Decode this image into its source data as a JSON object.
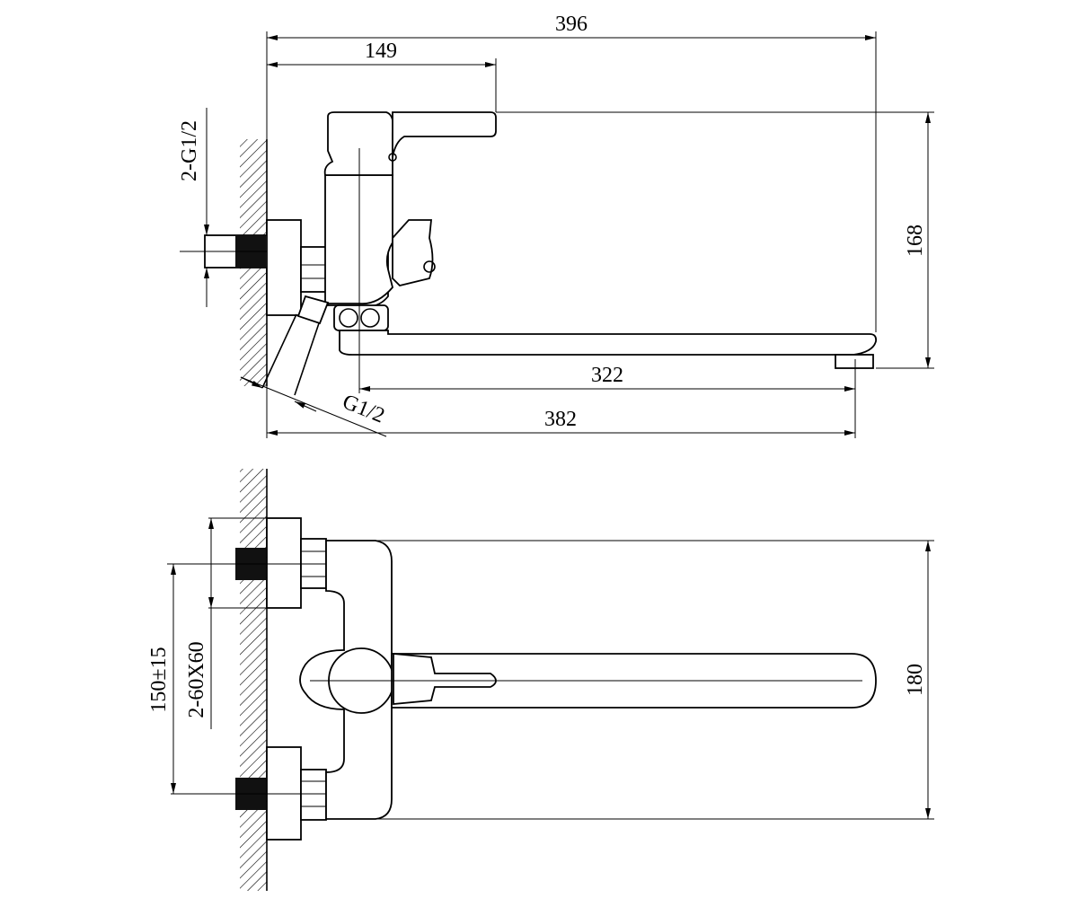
{
  "top_view": {
    "dim_total_length": "396",
    "dim_handle_offset": "149",
    "dim_height": "168",
    "dim_spout_length": "322",
    "dim_overall_length": "382",
    "label_inlet_thread": "2-G1/2",
    "label_shower_thread": "G1/2"
  },
  "bottom_view": {
    "dim_center_distance": "150±15",
    "dim_flange": "2-60X60",
    "dim_width": "180"
  }
}
